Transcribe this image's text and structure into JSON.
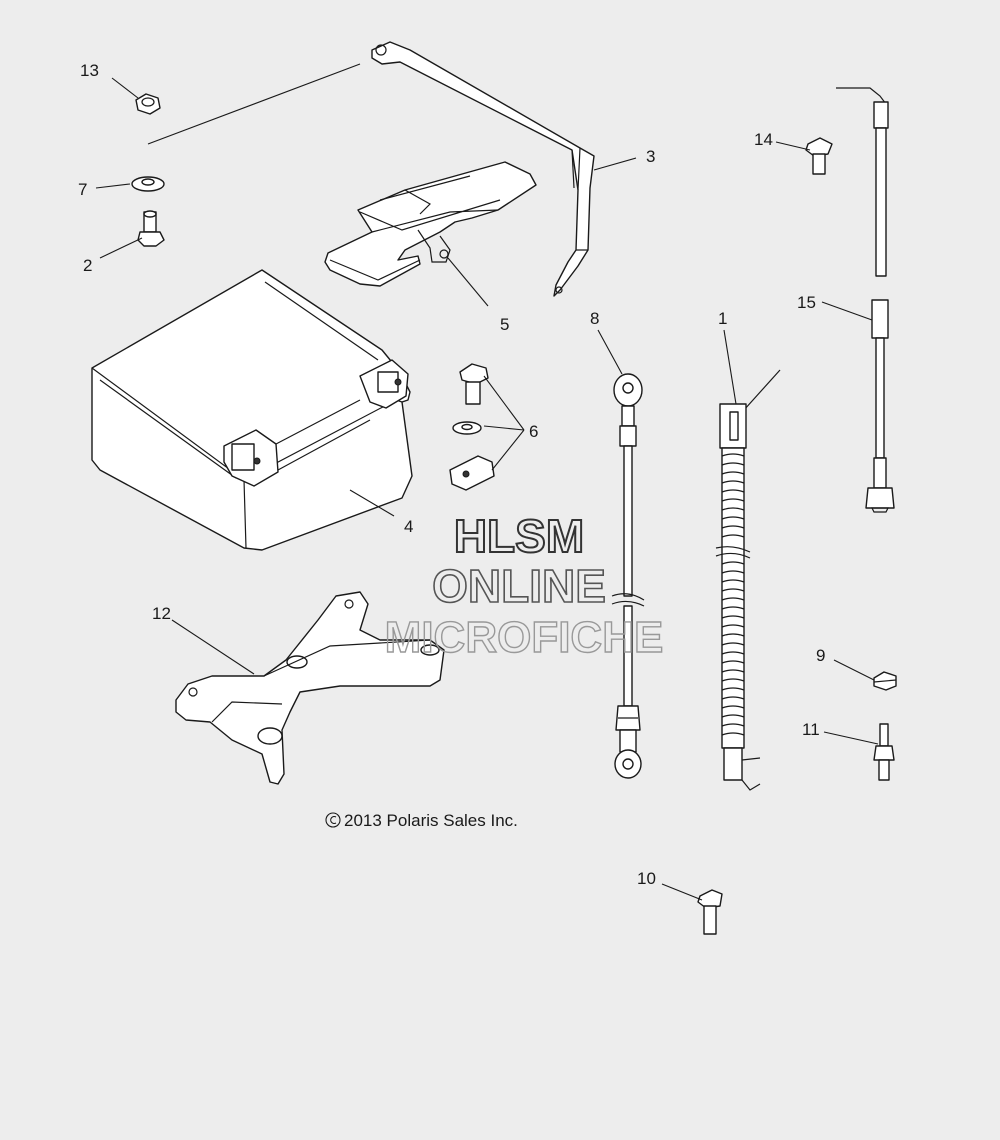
{
  "callouts": {
    "c1": "1",
    "c2": "2",
    "c3": "3",
    "c4": "4",
    "c5": "5",
    "c6": "6",
    "c7": "7",
    "c8": "8",
    "c9": "9",
    "c10": "10",
    "c11": "11",
    "c12": "12",
    "c13": "13",
    "c14": "14",
    "c15": "15"
  },
  "watermark": {
    "line1": "HLSM",
    "line2": "ONLINE",
    "line3": "MICROFICHE"
  },
  "copyright": "2013 Polaris Sales Inc.",
  "colors": {
    "background": "#ededed",
    "ink": "#1a1a1a",
    "watermark": "#555555"
  }
}
